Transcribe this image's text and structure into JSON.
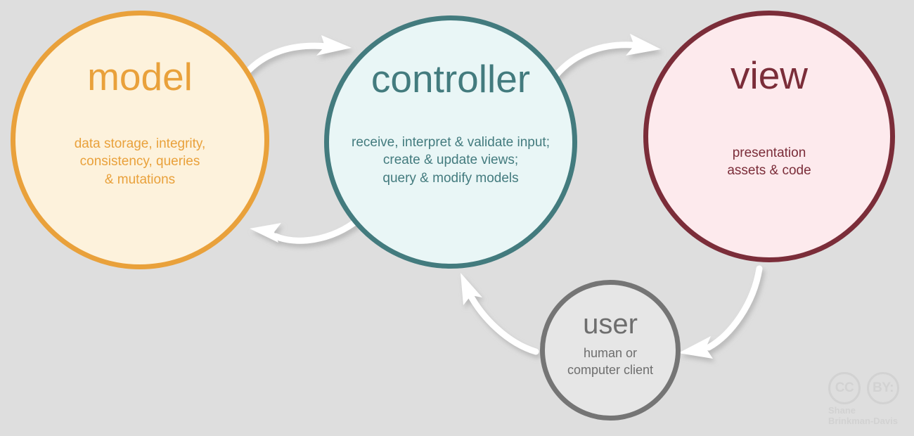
{
  "diagram": {
    "title": "Model-View-Controller architecture diagram",
    "background_color": "#dedede",
    "nodes": [
      {
        "id": "model",
        "title": "model",
        "description": "data storage, integrity,\nconsistency, queries\n& mutations",
        "fill_color": "#fdf2dc",
        "stroke_color": "#e9a13b",
        "text_color": "#e9a13b"
      },
      {
        "id": "controller",
        "title": "controller",
        "description": "receive, interpret & validate input;\ncreate & update views;\nquery & modify models",
        "fill_color": "#e9f6f6",
        "stroke_color": "#437b7e",
        "text_color": "#437b7e"
      },
      {
        "id": "view",
        "title": "view",
        "description": "presentation\nassets & code",
        "fill_color": "#fdeaed",
        "stroke_color": "#7b2d39",
        "text_color": "#7b2d39"
      },
      {
        "id": "user",
        "title": "user",
        "description": "human or\ncomputer client",
        "fill_color": "#e6e6e6",
        "stroke_color": "#757575",
        "text_color": "#6e6e6e"
      }
    ],
    "arrows": [
      {
        "id": "model-to-controller",
        "from": "model",
        "to": "controller",
        "color": "#ffffff"
      },
      {
        "id": "controller-to-model",
        "from": "controller",
        "to": "model",
        "color": "#ffffff"
      },
      {
        "id": "controller-to-view",
        "from": "controller",
        "to": "view",
        "color": "#ffffff"
      },
      {
        "id": "view-to-user",
        "from": "view",
        "to": "user",
        "color": "#ffffff"
      },
      {
        "id": "user-to-controller",
        "from": "user",
        "to": "controller",
        "color": "#ffffff"
      }
    ]
  },
  "attribution": {
    "cc_label": "CC",
    "by_label": "BY:",
    "author": "Shane\nBrinkman-Davis",
    "color": "#d2d2d2"
  }
}
